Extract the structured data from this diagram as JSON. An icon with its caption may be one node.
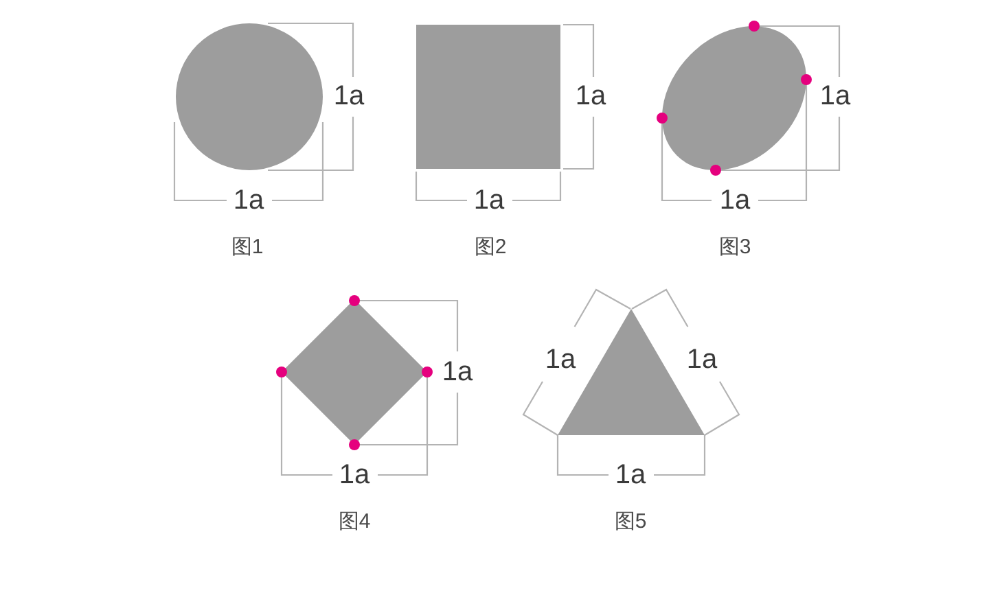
{
  "diagram": {
    "nodes": [
      {
        "text": [],
        "shape": "circle",
        "beside": [
          "图1"
        ]
      },
      {
        "text": [],
        "shape": "square",
        "beside": [
          "图2"
        ]
      },
      {
        "text": [],
        "shape": "ellipse",
        "beside": [
          "图3"
        ]
      },
      {
        "text": [],
        "shape": "diamond",
        "beside": [
          "图4"
        ]
      },
      {
        "text": [],
        "shape": "triangle",
        "beside": [
          "图5"
        ]
      }
    ],
    "labels": [
      "1a",
      "1a",
      "1a",
      "1a",
      "1a",
      "1a",
      "1a",
      "1a",
      "1a",
      "1a",
      "1a"
    ]
  }
}
